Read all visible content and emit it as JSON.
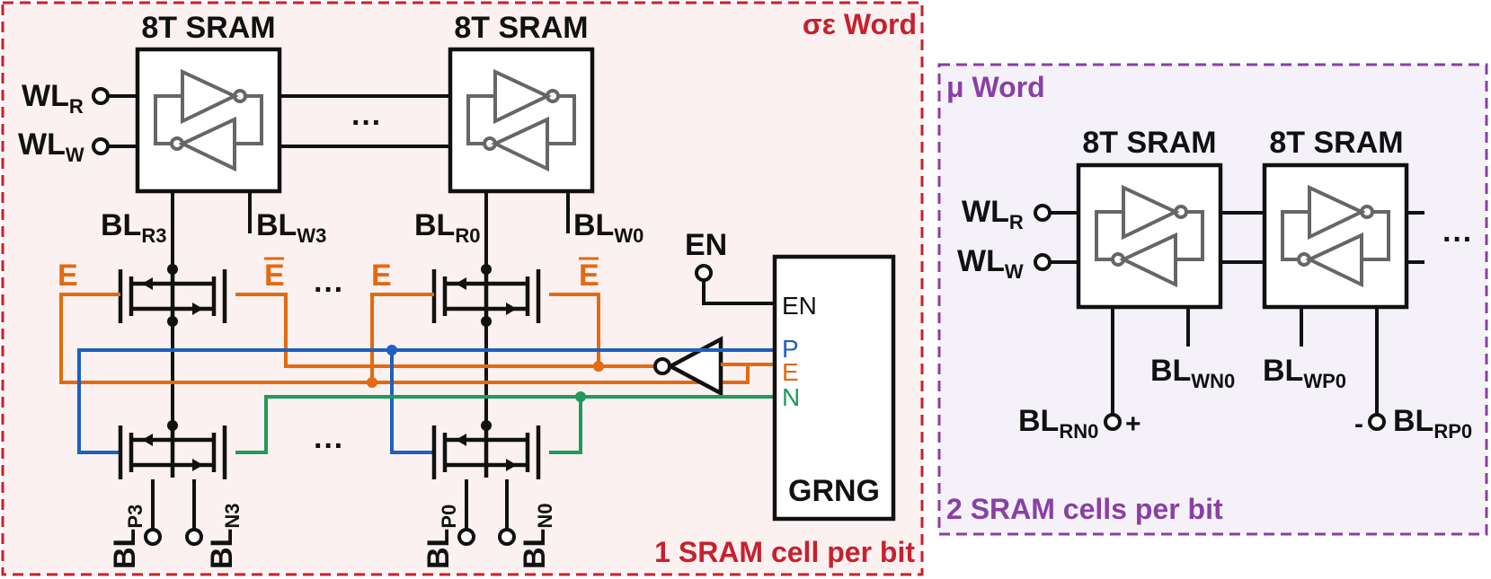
{
  "colors": {
    "left_panel_border": "#c8202e",
    "left_panel_fill": "#fbf1f1",
    "right_panel_border": "#8a3fa5",
    "right_panel_fill": "#f4f2f8",
    "wire": "#111111",
    "inverter_gray": "#666666",
    "P_line": "#1f5fbf",
    "E_line": "#e36a0f",
    "N_line": "#1f9b5a"
  },
  "left_panel": {
    "title": "σε Word",
    "footer": "1 SRAM cell per bit",
    "cell_title": "8T SRAM",
    "wl_read": {
      "main": "WL",
      "sub": "R"
    },
    "wl_write": {
      "main": "WL",
      "sub": "W"
    },
    "ellipsis": "···",
    "bl_r3": {
      "main": "BL",
      "sub": "R3"
    },
    "bl_w3": {
      "main": "BL",
      "sub": "W3"
    },
    "bl_r0": {
      "main": "BL",
      "sub": "R0"
    },
    "bl_w0": {
      "main": "BL",
      "sub": "W0"
    },
    "e_label": "E",
    "ebar_label": "E",
    "bl_p3": {
      "main": "BL",
      "sub": "P3"
    },
    "bl_n3": {
      "main": "BL",
      "sub": "N3"
    },
    "bl_p0": {
      "main": "BL",
      "sub": "P0"
    },
    "bl_n0": {
      "main": "BL",
      "sub": "N0"
    },
    "en_input": "EN",
    "grng": {
      "name": "GRNG",
      "pin_en": "EN",
      "pin_p": "P",
      "pin_e": "E",
      "pin_n": "N"
    }
  },
  "right_panel": {
    "title": "μ Word",
    "footer": "2 SRAM cells per bit",
    "cell_title": "8T SRAM",
    "wl_read": {
      "main": "WL",
      "sub": "R"
    },
    "wl_write": {
      "main": "WL",
      "sub": "W"
    },
    "ellipsis": "···",
    "bl_wn0": {
      "main": "BL",
      "sub": "WN0"
    },
    "bl_wp0": {
      "main": "BL",
      "sub": "WP0"
    },
    "bl_rn0": {
      "main": "BL",
      "sub": "RN0"
    },
    "bl_rp0": {
      "main": "BL",
      "sub": "RP0"
    },
    "plus": "+",
    "minus": "-"
  }
}
